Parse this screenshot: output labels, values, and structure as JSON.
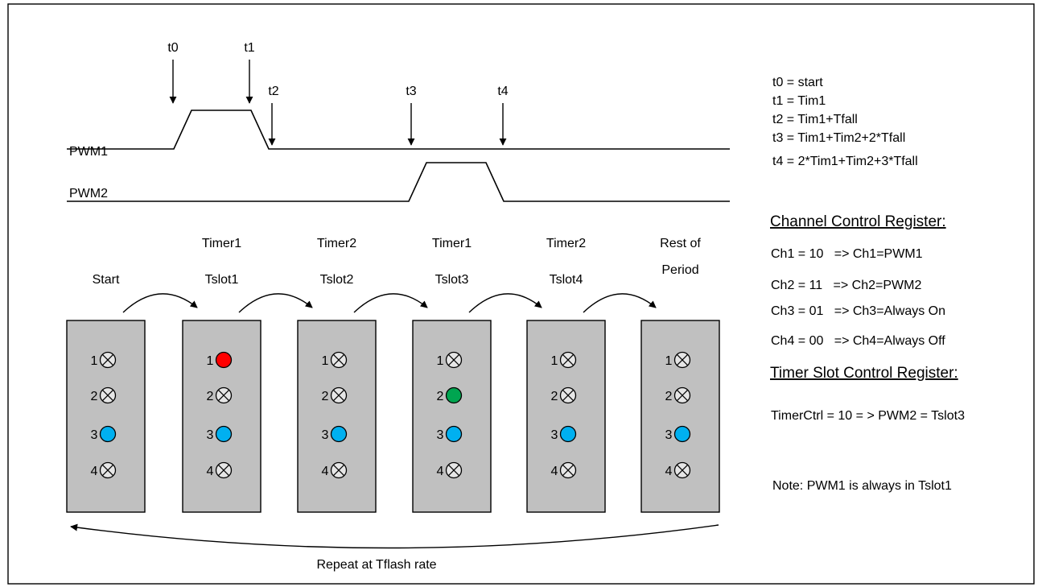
{
  "signals": [
    {
      "name": "PWM1"
    },
    {
      "name": "PWM2"
    }
  ],
  "time_markers": [
    "t0",
    "t1",
    "t2",
    "t3",
    "t4"
  ],
  "definitions": [
    "t0 = start",
    "t1 = Tim1",
    "t2 = Tim1+Tfall",
    "t3 = Tim1+Tim2+2*Tfall",
    "t4 = 2*Tim1+Tim2+3*Tfall"
  ],
  "channel_register": {
    "title": "Channel Control Register:",
    "rows": [
      "Ch1 = 10   => Ch1=PWM1",
      "Ch2 = 11   => Ch2=PWM2",
      "Ch3 = 01   => Ch3=Always On",
      "Ch4 = 00   => Ch4=Always Off"
    ]
  },
  "timer_register": {
    "title": "Timer Slot Control Register:",
    "row": "TimerCtrl = 10 = > PWM2 = Tslot3"
  },
  "note": "Note: PWM1 is always in Tslot1",
  "states": [
    {
      "line1": "",
      "line2": "Start",
      "leds": [
        "off",
        "off",
        "blue",
        "off"
      ]
    },
    {
      "line1": "Timer1",
      "line2": "Tslot1",
      "leds": [
        "red",
        "off",
        "blue",
        "off"
      ]
    },
    {
      "line1": "Timer2",
      "line2": "Tslot2",
      "leds": [
        "off",
        "off",
        "blue",
        "off"
      ]
    },
    {
      "line1": "Timer1",
      "line2": "Tslot3",
      "leds": [
        "off",
        "green",
        "blue",
        "off"
      ]
    },
    {
      "line1": "Timer2",
      "line2": "Tslot4",
      "leds": [
        "off",
        "off",
        "blue",
        "off"
      ]
    },
    {
      "line1": "Rest of",
      "line2": "Period",
      "leds": [
        "off",
        "off",
        "blue",
        "off"
      ]
    }
  ],
  "channel_numbers": [
    "1",
    "2",
    "3",
    "4"
  ],
  "colors": {
    "red": "#ff0000",
    "green": "#00a550",
    "blue": "#00b0f0",
    "panel": "#c0c0c0"
  },
  "repeat_label": "Repeat at Tflash rate"
}
